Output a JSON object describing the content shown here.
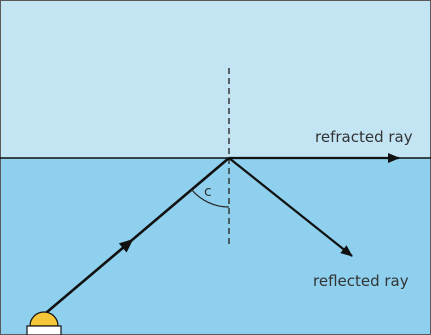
{
  "colors": {
    "air": "#c2e4f3",
    "water": "#8ed0ee",
    "border": "#5a5a5a",
    "ray": "#111111",
    "normal": "#2a2a2a",
    "lamp": "#f5c63a",
    "lamp_base": "#ffffff"
  },
  "labels": {
    "refracted": "refracted ray",
    "reflected": "reflected ray",
    "critical_angle": "c"
  },
  "parts": {
    "air_region": "air region",
    "water_region": "water region",
    "boundary": "boundary line",
    "normal": "normal line",
    "incident_ray": "incident ray",
    "refracted_ray": "refracted ray along surface",
    "reflected_ray": "reflected ray",
    "angle_arc": "critical angle arc",
    "light_source": "lamp"
  }
}
